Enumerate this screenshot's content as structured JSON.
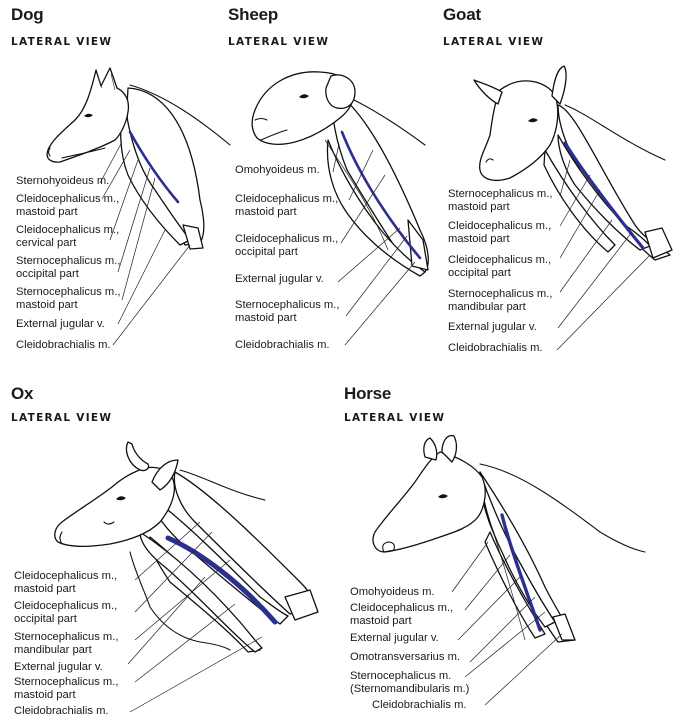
{
  "figure": {
    "vein_color": "#2b2f8f",
    "panels": [
      {
        "species": "Dog",
        "view": "LATERAL VIEW",
        "labels": [
          {
            "lines": [
              "Sternohyoideus m."
            ]
          },
          {
            "lines": [
              "Cleidocephalicus m.,",
              "mastoid part"
            ]
          },
          {
            "lines": [
              "Cleidocephalicus m.,",
              "cervical part"
            ]
          },
          {
            "lines": [
              "Sternocephalicus m.,",
              "occipital part"
            ]
          },
          {
            "lines": [
              "Sternocephalicus m.,",
              "mastoid part"
            ]
          },
          {
            "lines": [
              "External jugular v."
            ]
          },
          {
            "lines": [
              "Cleidobrachialis m."
            ]
          }
        ]
      },
      {
        "species": "Sheep",
        "view": "LATERAL VIEW",
        "labels": [
          {
            "lines": [
              "Omohyoideus m."
            ]
          },
          {
            "lines": [
              "Cleidocephalicus m.,",
              "mastoid part"
            ]
          },
          {
            "lines": [
              "Cleidocephalicus m.,",
              "occipital part"
            ]
          },
          {
            "lines": [
              "External jugular v."
            ]
          },
          {
            "lines": [
              "Sternocephalicus m.,",
              "mastoid part"
            ]
          },
          {
            "lines": [
              "Cleidobrachialis m."
            ]
          }
        ]
      },
      {
        "species": "Goat",
        "view": "LATERAL VIEW",
        "labels": [
          {
            "lines": [
              "Sternocephalicus m.,",
              "mastoid part"
            ]
          },
          {
            "lines": [
              "Cleidocephalicus m.,",
              "mastoid part"
            ]
          },
          {
            "lines": [
              "Cleidocephalicus m.,",
              "occipital part"
            ]
          },
          {
            "lines": [
              "Sternocephalicus m.,",
              "mandibular part"
            ]
          },
          {
            "lines": [
              "External jugular v."
            ]
          },
          {
            "lines": [
              "Cleidobrachialis m."
            ]
          }
        ]
      },
      {
        "species": "Ox",
        "view": "LATERAL VIEW",
        "labels": [
          {
            "lines": [
              "Cleidocephalicus m.,",
              "mastoid part"
            ]
          },
          {
            "lines": [
              "Cleidocephalicus m.,",
              "occipital part"
            ]
          },
          {
            "lines": [
              "Sternocephalicus m.,",
              "mandibular part"
            ]
          },
          {
            "lines": [
              "External jugular v."
            ]
          },
          {
            "lines": [
              "Sternocephalicus m.,",
              "mastoid part"
            ]
          },
          {
            "lines": [
              "Cleidobrachialis m."
            ]
          }
        ]
      },
      {
        "species": "Horse",
        "view": "LATERAL VIEW",
        "labels": [
          {
            "lines": [
              "Omohyoideus m."
            ]
          },
          {
            "lines": [
              "Cleidocephalicus m.,",
              "mastoid part"
            ]
          },
          {
            "lines": [
              "External jugular v."
            ]
          },
          {
            "lines": [
              "Omotransversarius m."
            ]
          },
          {
            "lines": [
              "Sternocephalicus m.",
              "(Sternomandibularis m.)"
            ]
          },
          {
            "lines": [
              "Cleidobrachialis m."
            ]
          }
        ]
      }
    ]
  }
}
